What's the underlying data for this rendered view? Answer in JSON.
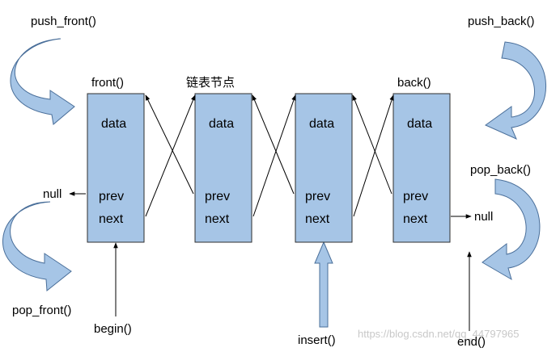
{
  "ops": {
    "push_front": "push_front()",
    "pop_front": "pop_front()",
    "push_back": "push_back()",
    "pop_back": "pop_back()",
    "front": "front()",
    "back": "back()",
    "begin": "begin()",
    "insert": "insert()",
    "end": "end()"
  },
  "node_caption": "链表节点",
  "null_label": "null",
  "nodes": [
    {
      "data": "data",
      "prev": "prev",
      "next": "next"
    },
    {
      "data": "data",
      "prev": "prev",
      "next": "next"
    },
    {
      "data": "data",
      "prev": "prev",
      "next": "next"
    },
    {
      "data": "data",
      "prev": "prev",
      "next": "next"
    }
  ],
  "watermark": "https://blog.csdn.net/qq_44797965",
  "colors": {
    "node_fill": "#a6c5e6",
    "arrow_fill": "#a6c5e6",
    "line": "#000000"
  }
}
